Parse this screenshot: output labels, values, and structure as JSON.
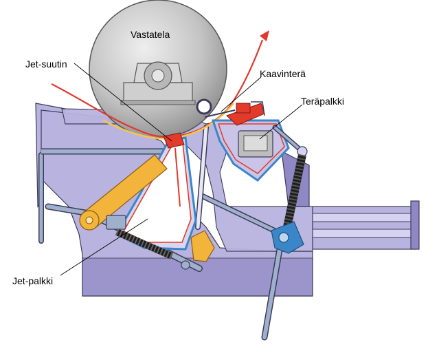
{
  "labels": {
    "vastatela": "Vastatela",
    "jet_suutin": "Jet-suutin",
    "kaavintera": "Kaavinterä",
    "terapalkki": "Teräpalkki",
    "jet_palkki": "Jet-palkki"
  },
  "colors": {
    "frame": "#b9b4df",
    "frame_dark": "#8f88c4",
    "outline": "#3c3a5a",
    "roll": "#c9c9c9",
    "web": "#e0382c",
    "web_yellow": "#f4c64a",
    "cylinder": "#f2b43a",
    "blade": "#e23b2b",
    "pivot": "#3a86c8",
    "spring": "#222222",
    "rod": "#9fb0cc"
  }
}
